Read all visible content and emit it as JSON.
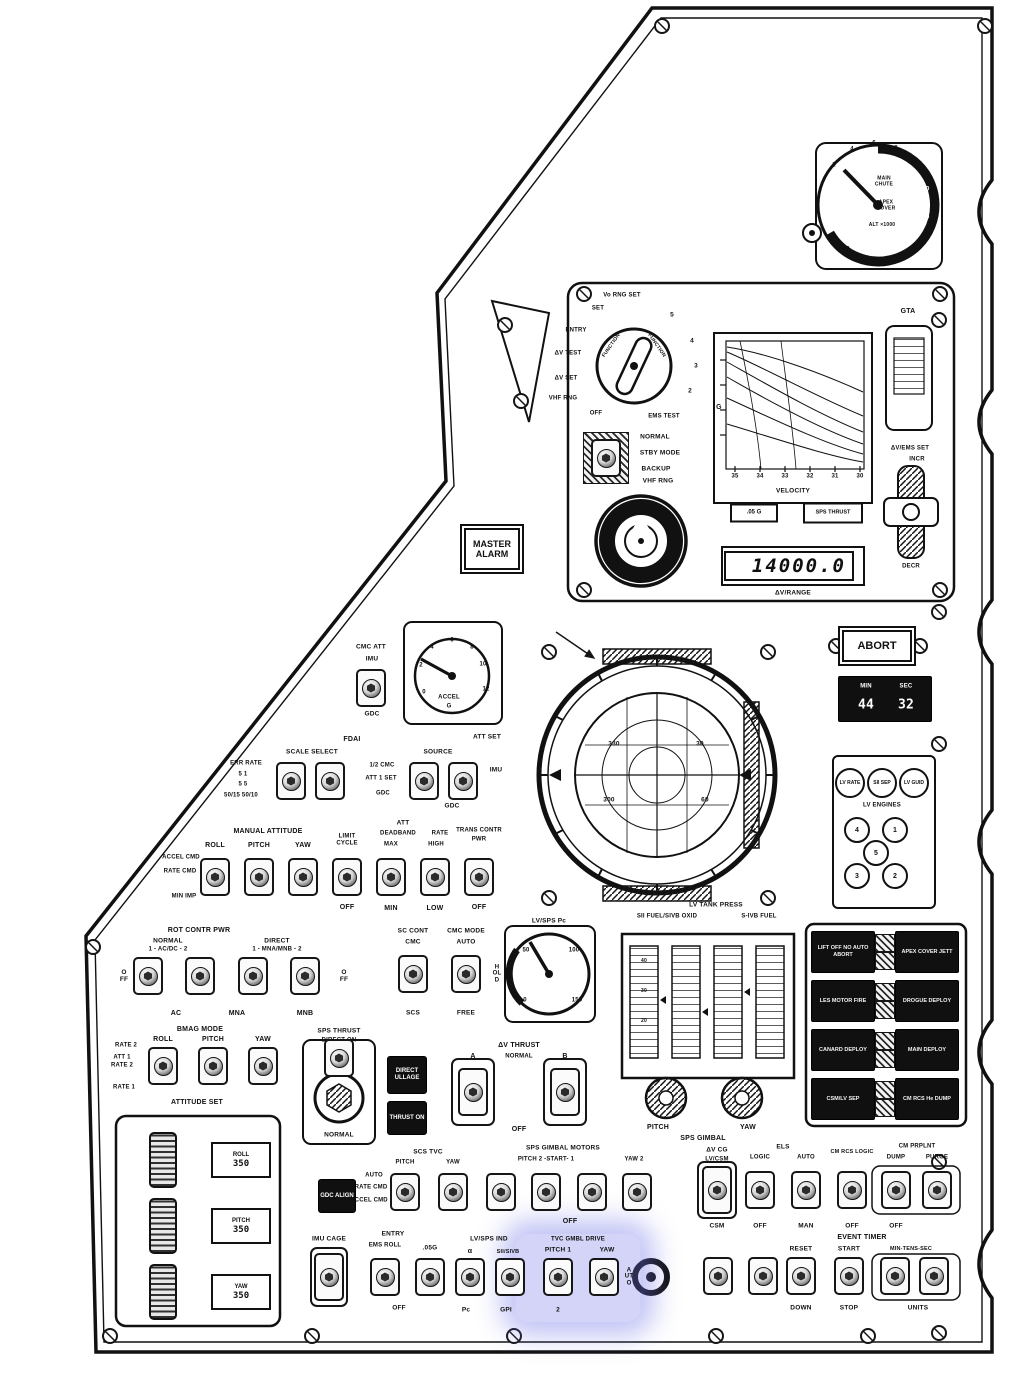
{
  "gta": "GTA",
  "altimeter": {
    "ticks": [
      "2",
      "4",
      "6",
      "8",
      "10",
      "20",
      "30",
      "40",
      "50",
      "0"
    ],
    "main_chute": "MAIN CHUTE",
    "apex_cover": "APEX COVER",
    "alt": "ALT ×1000"
  },
  "ems": {
    "vo_rng_set": "Vo RNG SET",
    "set": "SET",
    "n5": "5",
    "n4": "4",
    "n3": "3",
    "n2": "2",
    "entry": "ENTRY",
    "dv_test": "ΔV TEST",
    "dv_set": "ΔV SET",
    "vhf_rng": "VHF RNG",
    "off": "OFF",
    "ems_test": "EMS TEST",
    "knob": "FUNCTION",
    "normal": "NORMAL",
    "stby_mode": "STBY MODE",
    "backup": "BACKUP",
    "backup2": "VHF RNG",
    "g_axis": "G",
    "vel_ticks": [
      "35",
      "34",
      "33",
      "32",
      "31",
      "30"
    ],
    "velocity": "VELOCITY",
    "g05_light": ".05 G",
    "sps_thrust_light": "SPS THRUST",
    "dv_ems_set": "ΔV/EMS SET",
    "incr": "INCR",
    "decr": "DECR",
    "dv_value": "14000.0",
    "dv_range": "ΔV/RANGE"
  },
  "master_alarm": "MASTER ALARM",
  "cmc_att": {
    "title": "CMC ATT",
    "imu": "IMU",
    "gdc": "GDC"
  },
  "accel": {
    "label": "ACCEL",
    "unit": "G",
    "ticks": [
      "0",
      "2",
      "4",
      "6",
      "8",
      "10",
      "12"
    ]
  },
  "abort": "ABORT",
  "event_display": {
    "min": "MIN",
    "sec": "SEC",
    "v_min": "44",
    "v_sec": "32"
  },
  "lv": {
    "rate": "LV RATE",
    "sep": "SII SEP",
    "guid": "LV GUID",
    "engines_label": "LV ENGINES",
    "engines": [
      "4",
      "1",
      "5",
      "3",
      "2"
    ]
  },
  "fdai": {
    "label": "FDAI",
    "numbers": [
      "330",
      "30",
      "300",
      "60"
    ]
  },
  "select": {
    "att_set": "ATT SET",
    "scale": "SCALE SELECT",
    "source": "SOURCE",
    "err_rate": "ERR RATE",
    "r1": "5   1",
    "r2": "5   5",
    "r3": "50/15 50/10",
    "m1": "1/2 CMC",
    "m2": "ATT 1 SET",
    "m3": "GDC",
    "imu": "IMU",
    "gdc": "GDC"
  },
  "man_att": {
    "title": "MANUAL ATTITUDE",
    "roll": "ROLL",
    "pitch": "PITCH",
    "yaw": "YAW",
    "limit": "LIMIT CYCLE",
    "att": "ATT",
    "deadband": "DEADBAND",
    "max": "MAX",
    "rate": "RATE",
    "high": "HIGH",
    "trans": "TRANS CONTR",
    "pwr": "PWR",
    "accel_cmd": "ACCEL CMD",
    "rate_cmd": "RATE CMD",
    "min_imp": "MIN IMP",
    "b1": "OFF",
    "b2": "MIN",
    "b3": "LOW",
    "b4": "OFF"
  },
  "rot": {
    "title": "ROT CONTR PWR",
    "normal": "NORMAL",
    "normal_sub": "1 - AC/DC - 2",
    "direct": "DIRECT",
    "direct_sub": "1 - MNA/MNB - 2",
    "off_l": "OFF",
    "off_r": "OFF",
    "ac": "AC",
    "mna": "MNA",
    "mnb": "MNB"
  },
  "bmag": {
    "title": "BMAG MODE",
    "roll": "ROLL",
    "pitch": "PITCH",
    "yaw": "YAW",
    "rate2a": "RATE 2",
    "att1": "ATT 1",
    "rate2b": "RATE 2",
    "rate1": "RATE 1"
  },
  "attitude_set": "ATTITUDE SET",
  "sps": {
    "t1": "SPS THRUST",
    "t2": "DIRECT ON",
    "normal": "NORMAL",
    "direct_ullage": "DIRECT ULLAGE",
    "thrust_on": "THRUST ON"
  },
  "sc_cont": {
    "title": "SC CONT",
    "cmc": "CMC",
    "scs": "SCS"
  },
  "cmc_mode": {
    "title": "CMC MODE",
    "auto": "AUTO",
    "hold": "HOLD",
    "free": "FREE"
  },
  "pc": {
    "label": "LV/SPS Pc",
    "ticks": [
      "0",
      "50",
      "100",
      "150"
    ]
  },
  "dv_thrust": {
    "title": "ΔV THRUST",
    "a": "A",
    "b": "B",
    "normal": "NORMAL",
    "off": "OFF"
  },
  "tank": {
    "title": "LV TANK PRESS",
    "left": "SII FUEL/SIVB OXID",
    "right": "S-IVB FUEL",
    "ticks": [
      "40",
      "30",
      "20"
    ]
  },
  "gimbal": {
    "pitch": "PITCH",
    "yaw": "YAW",
    "label": "SPS GIMBAL"
  },
  "seq": [
    "LIFT OFF NO AUTO ABORT",
    "APEX COVER JETT",
    "LES MOTOR FIRE",
    "DROGUE DEPLOY",
    "CANARD DEPLOY",
    "MAIN DEPLOY",
    "CSM/LV SEP",
    "CM RCS He DUMP"
  ],
  "els": {
    "dv_cg": "ΔV CG",
    "lv_csm": "LV/CSM",
    "els": "ELS",
    "logic": "LOGIC",
    "auto": "AUTO",
    "cm_rcs": "CM RCS LOGIC",
    "cm_prplnt": "CM PRPLNT",
    "dump": "DUMP",
    "purge": "PURGE",
    "csm": "CSM",
    "off1": "OFF",
    "man": "MAN",
    "off2": "OFF",
    "off3": "OFF"
  },
  "tvc": {
    "scs_tvc": "SCS TVC",
    "pitch": "PITCH",
    "yaw": "YAW",
    "motors": "SPS GIMBAL MOTORS",
    "row1": "PITCH 2  -START-  1",
    "row2": "YAW  2",
    "auto": "AUTO",
    "rate_cmd": "RATE CMD",
    "accel_cmd": "ACCEL CMD",
    "off": "OFF",
    "gdc_align": "GDC ALIGN"
  },
  "timer": {
    "title": "EVENT TIMER",
    "reset": "RESET",
    "start": "START",
    "mts": "MIN-TENS-SEC",
    "down": "DOWN",
    "stop": "STOP",
    "units": "UNITS"
  },
  "entry": {
    "imu_cage": "IMU CAGE",
    "entry": "ENTRY",
    "ems_roll": "EMS ROLL",
    "g05": ".05G",
    "lv_sps_ind": "LV/SPS IND",
    "alpha": "α",
    "sii_sivb": "SII/SIVB",
    "tvc_gmbl": "TVC GMBL DRIVE",
    "pitch1": "PITCH 1",
    "yaw": "YAW",
    "off": "OFF",
    "pc": "Pc",
    "gpi": "GPI",
    "two": "2",
    "auto": "AUTO"
  },
  "att_wheels": {
    "r_label": "ROLL",
    "r_val": "350",
    "p_label": "PITCH",
    "p_val": "350",
    "y_label": "YAW",
    "y_val": "350"
  }
}
